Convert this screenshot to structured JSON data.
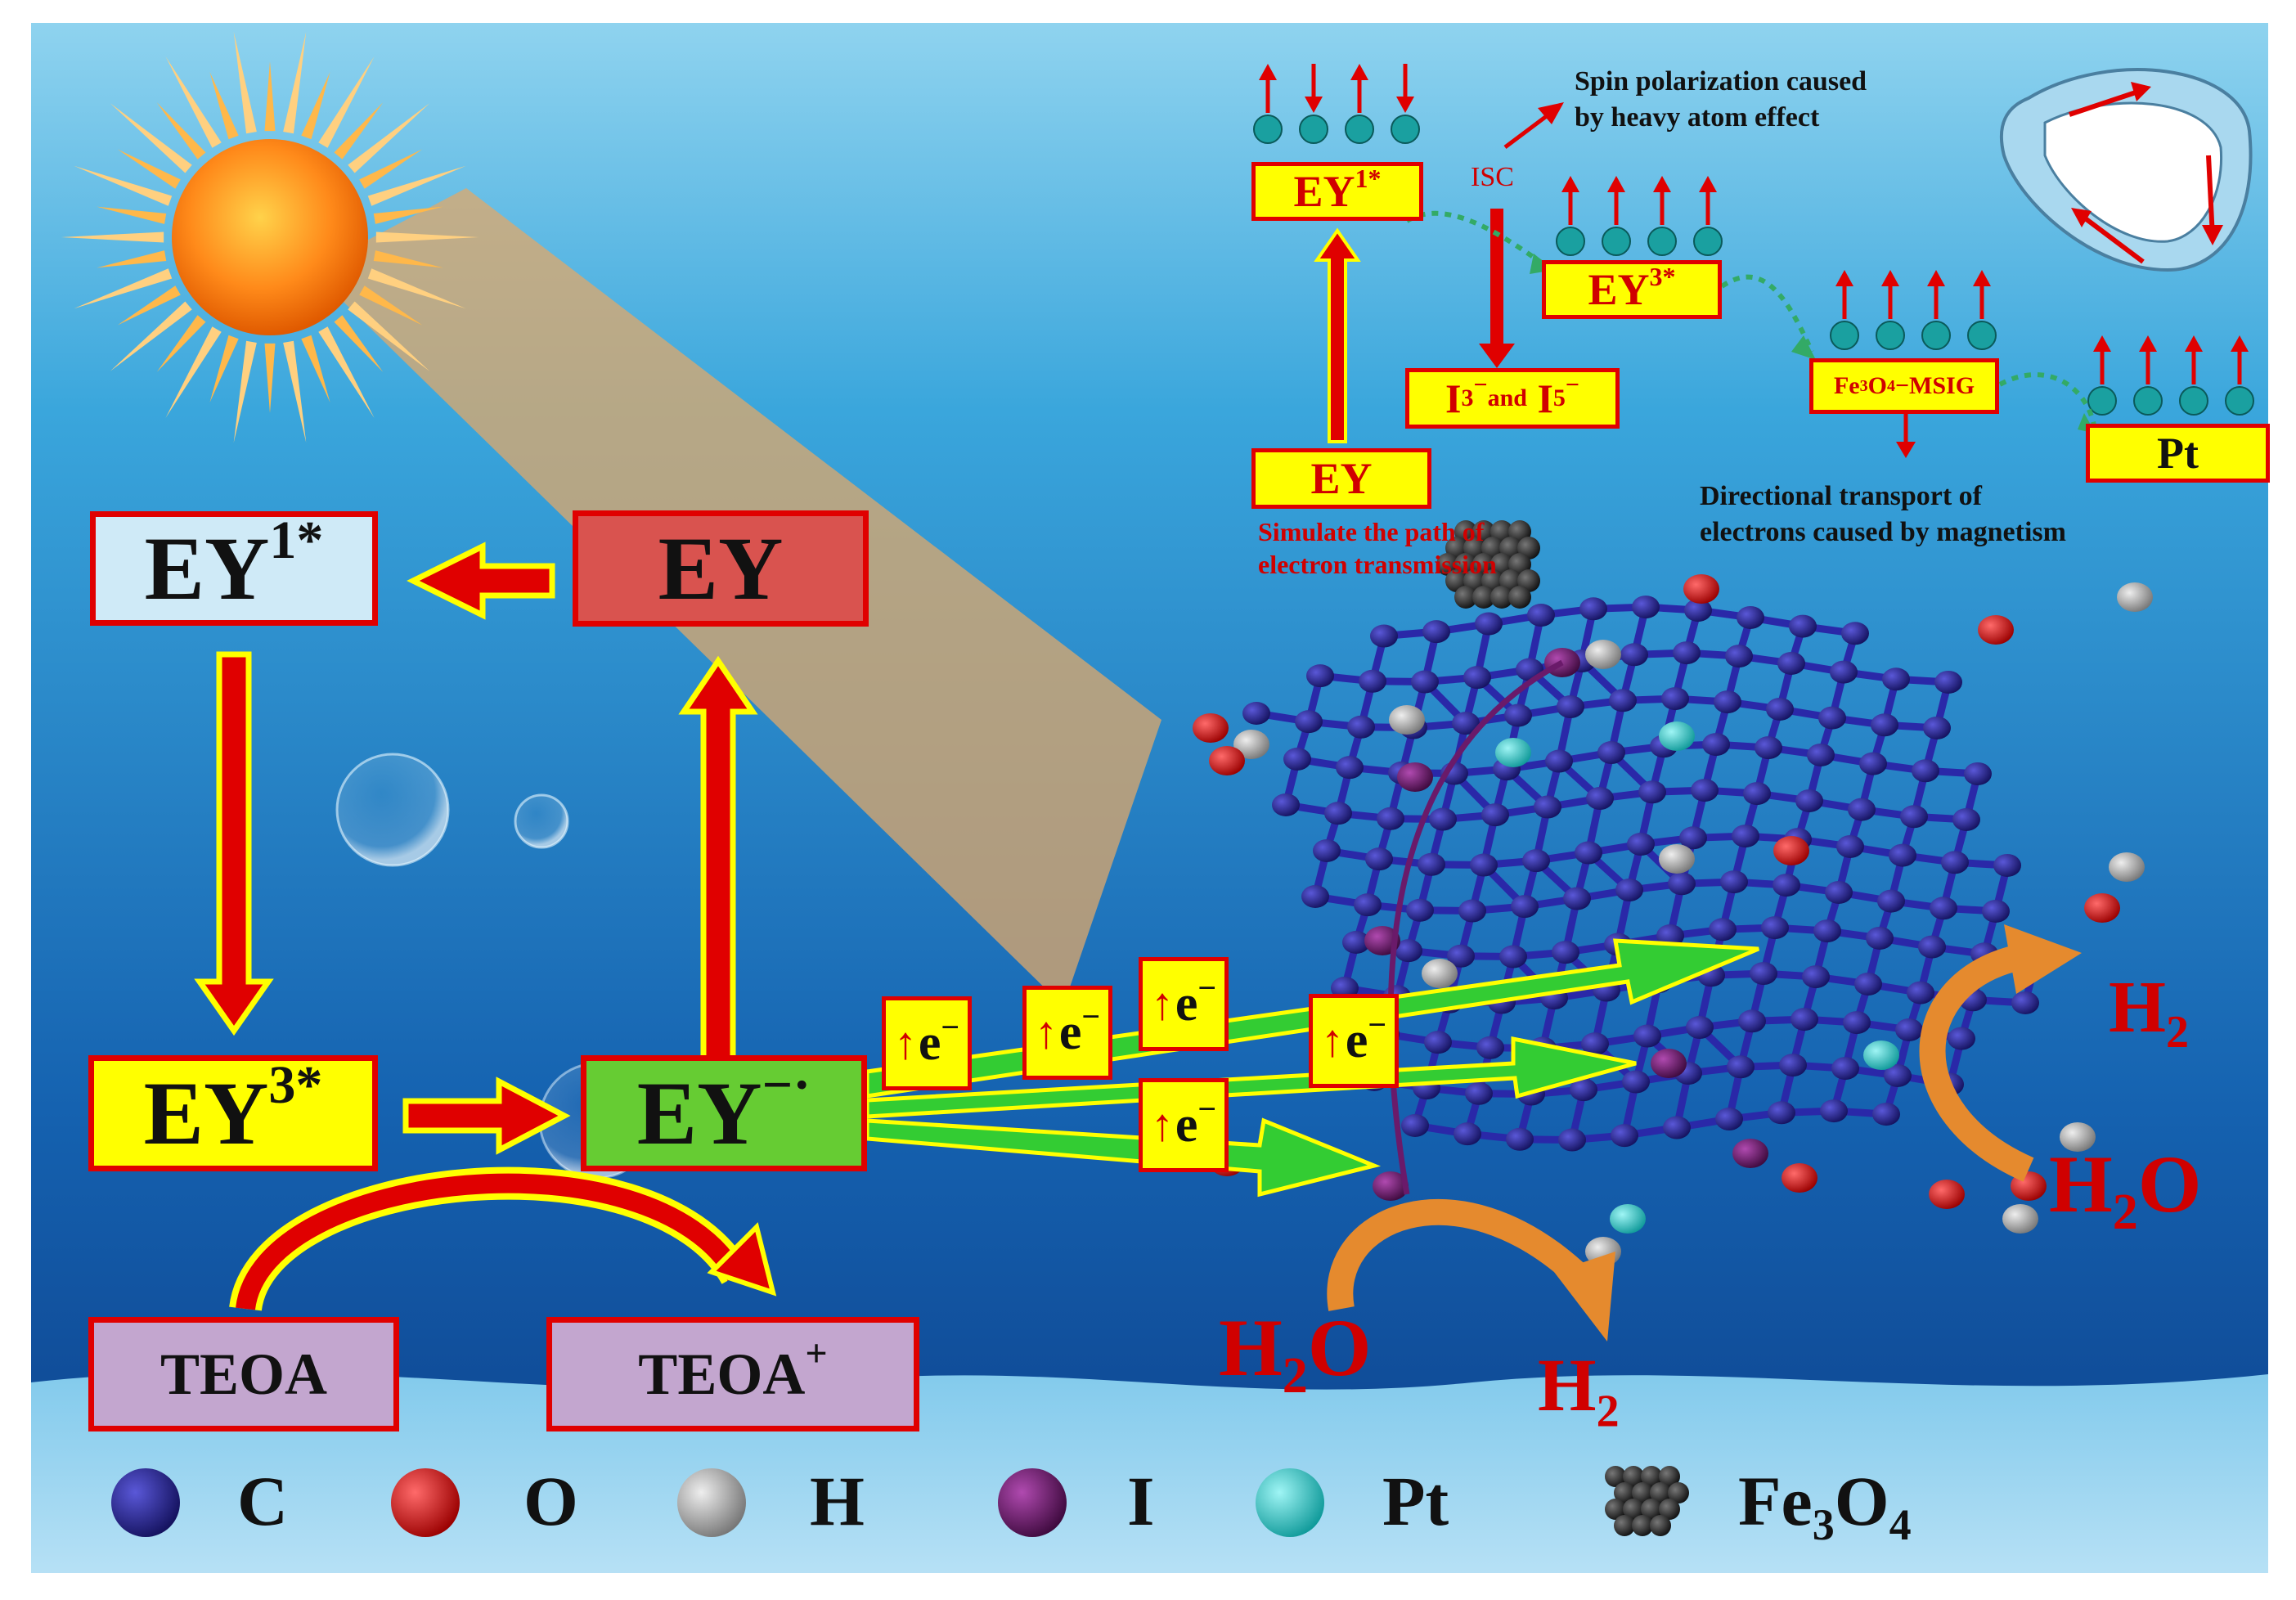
{
  "cycle": {
    "ey1": {
      "main": "EY",
      "sup": "1*"
    },
    "ey": "EY",
    "ey3": {
      "main": "EY",
      "sup": "3*"
    },
    "eyrad": {
      "main": "EY",
      "sup": "−·"
    },
    "teoa": "TEOA",
    "teoa_plus": {
      "main": "TEOA",
      "sup": "+"
    }
  },
  "electrons": {
    "label": "e",
    "sup": "−",
    "arrow": "↑"
  },
  "inset": {
    "ey1": {
      "main": "EY",
      "sup": "1*"
    },
    "ey3": {
      "main": "EY",
      "sup": "3*"
    },
    "ey": "EY",
    "iodide": {
      "i": "I",
      "sub3": "3",
      "minus": "−",
      "and": "and",
      "sub5": "5"
    },
    "fe3o4_msig": {
      "fe": "Fe",
      "sub3": "3",
      "o": "O",
      "sub4": "4",
      "rest": "−MSIG"
    },
    "pt": "Pt",
    "isc": "ISC",
    "spin_note": [
      "Spin polarization caused",
      "by heavy atom effect"
    ],
    "direction_note": [
      "Directional transport of",
      "electrons caused by magnetism"
    ],
    "simulate_note": [
      "Simulate the path of",
      "electron transmission"
    ]
  },
  "reactions": {
    "h2o_bottom": {
      "h": "H",
      "sub": "2",
      "o": "O"
    },
    "h2_bottom": {
      "h": "H",
      "sub": "2"
    },
    "h2_right": {
      "h": "H",
      "sub": "2"
    },
    "h2o_right": {
      "h": "H",
      "sub": "2",
      "o": "O"
    }
  },
  "legend": {
    "items": [
      {
        "label": "C",
        "color": "#1a1a80"
      },
      {
        "label": "O",
        "color": "#e00000"
      },
      {
        "label": "H",
        "color": "#9a9a9a"
      },
      {
        "label": "I",
        "color": "#6a1a6a"
      },
      {
        "label": "Pt",
        "color": "#20c8c8"
      },
      {
        "label": "Fe",
        "sub3": "3",
        "o": "O",
        "sub4": "4",
        "color": "#333333"
      }
    ]
  },
  "colors": {
    "background_top": "#3aa6dc",
    "background_bottom": "#0d3f8a",
    "box_red": "#e00000",
    "box_yellow": "#ffff00",
    "ey_box": "#d9534f",
    "ey1_box": "#cfeaf7",
    "eyrad_box": "#66cc33",
    "teoa_box": "#c3a6cf",
    "arrow_green": "#33cc33",
    "molecule_blue": "#1c1a8a"
  }
}
